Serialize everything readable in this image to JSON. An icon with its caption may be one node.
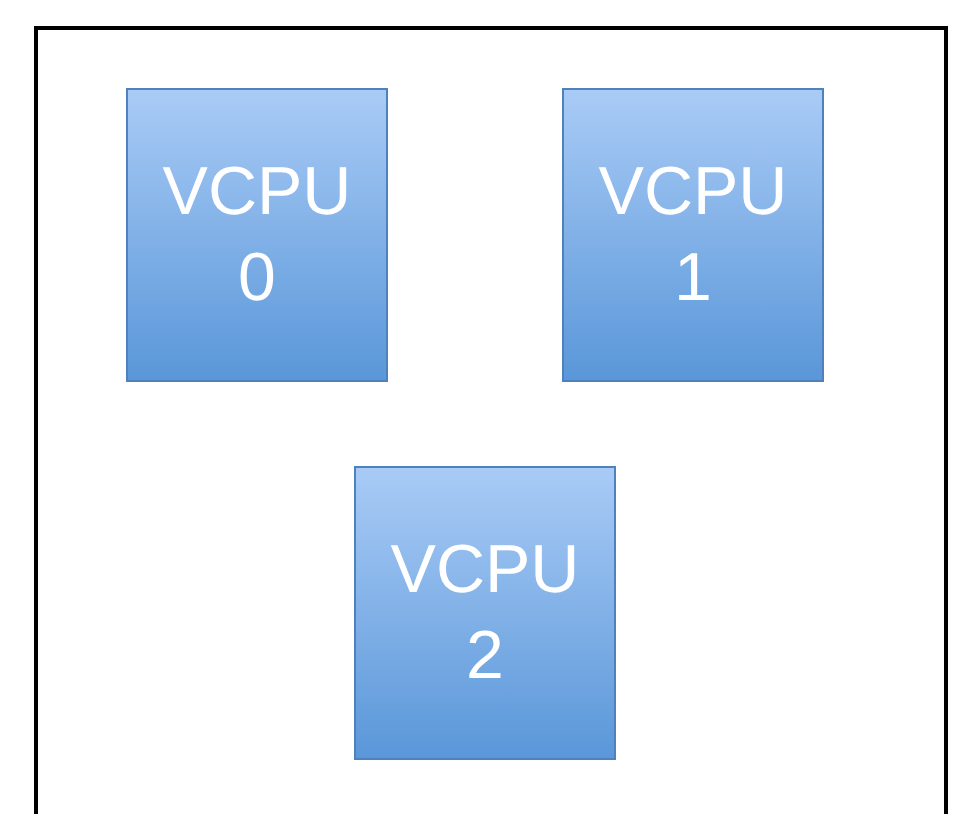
{
  "diagram": {
    "nodes": [
      {
        "text": [],
        "shape": "box"
      },
      {
        "text": [
          "VCPU 0"
        ],
        "in": 0
      },
      {
        "text": [
          "VCPU 1"
        ],
        "in": 0
      },
      {
        "text": [
          "VCPU 2"
        ],
        "in": 0
      }
    ]
  }
}
